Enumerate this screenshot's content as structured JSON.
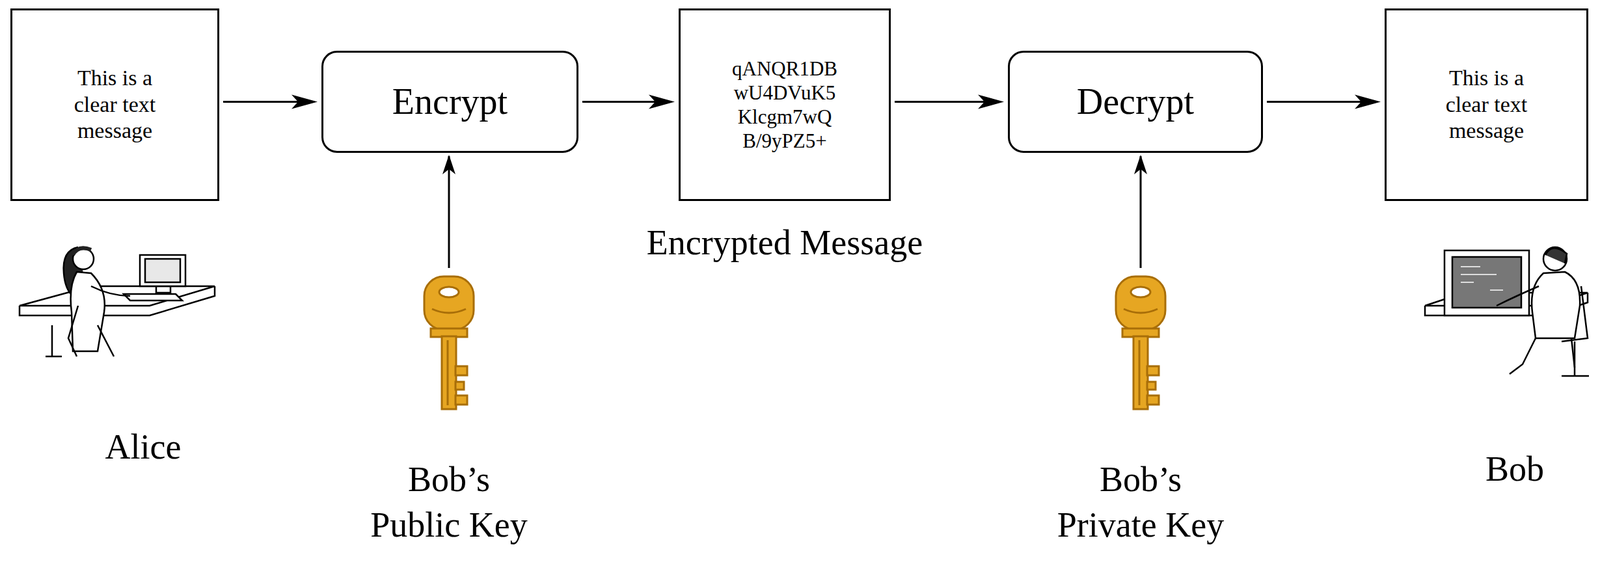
{
  "diagram": {
    "nodes": [
      {
        "text": [
          "This is a clear text message"
        ]
      },
      {
        "text": [
          "Encrypt"
        ]
      },
      {
        "text": [
          "qANQR1DB wU4DVuK5 Klcgm7wQ B/9yPZ5+",
          "Encrypted Message"
        ]
      },
      {
        "text": [
          "Decrypt"
        ]
      },
      {
        "text": [
          "This is a clear text message"
        ]
      }
    ],
    "edges": [
      {
        "from": 0,
        "to": 1,
        "arrow": "to"
      },
      {
        "from": 1,
        "to": 2,
        "arrow": "to"
      },
      {
        "from": 2,
        "to": 3,
        "arrow": "to"
      },
      {
        "from": 3,
        "to": 4,
        "arrow": "to"
      }
    ],
    "labels": [
      "Alice",
      "Bob’s Public Key",
      "Bob’s Private Key",
      "Bob"
    ]
  }
}
